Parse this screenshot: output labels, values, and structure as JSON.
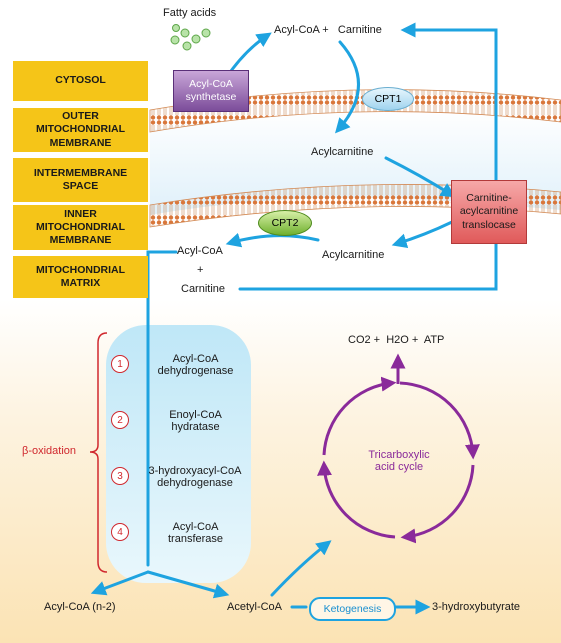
{
  "regions": {
    "cytosol": "CYTOSOL",
    "outer_membrane": "OUTER\nMITOCHONDRIAL\nMEMBRANE",
    "intermembrane": "INTERMEMBRANE\nSPACE",
    "inner_membrane": "INNER\nMITOCHONDRIAL\nMEMBRANE",
    "matrix": "MITOCHONDRIAL\nMATRIX"
  },
  "top": {
    "fatty_acids": "Fatty acids",
    "acyl_coa_carnitine": "Acyl-CoA +   Carnitine",
    "synthetase": "Acyl-CoA\nsynthetase",
    "cpt1": "CPT1",
    "acylcarnitine_upper": "Acylcarnitine",
    "translocase": "Carnitine-\nacylcarnitine\ntranslocase",
    "cpt2": "CPT2",
    "acyl_coa_matrix": "Acyl-CoA",
    "plus": "+",
    "carnitine_matrix": "Carnitine",
    "acylcarnitine_lower": "Acylcarnitine"
  },
  "beta": {
    "label": "β-oxidation",
    "steps": [
      {
        "num": "1",
        "text": "Acyl-CoA\ndehydrogenase"
      },
      {
        "num": "2",
        "text": "Enoyl-CoA\nhydratase"
      },
      {
        "num": "3",
        "text": "3-hydroxyacyl-CoA\ndehydrogenase"
      },
      {
        "num": "4",
        "text": "Acyl-CoA\ntransferase"
      }
    ]
  },
  "tca": {
    "products": "CO2 +  H2O +  ATP",
    "cycle": "Tricarboxylic\nacid cycle"
  },
  "bottom": {
    "acyl_coa_n2": "Acyl-CoA (n-2)",
    "acetyl_coa": "Acetyl-CoA",
    "ketogenesis": "Ketogenesis",
    "hydroxybutyrate": "3-hydroxybutyrate"
  },
  "colors": {
    "arrow": "#1ea3e0",
    "cycle": "#8a2a9a",
    "region": "#f5c518",
    "bracket": "#d0282e"
  }
}
